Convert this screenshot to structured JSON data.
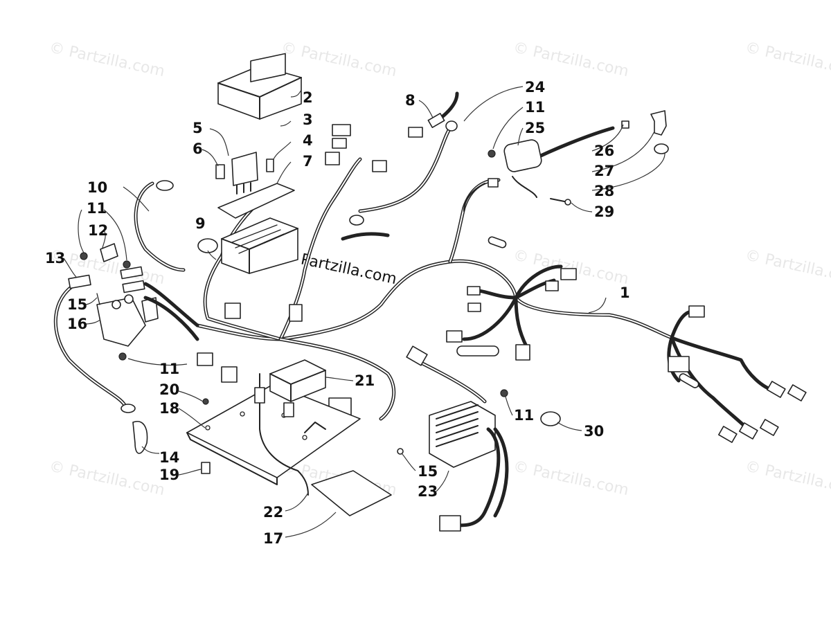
{
  "watermark": {
    "text": "© Partzilla.com",
    "center_text": "© Partzilla.com"
  },
  "callouts": {
    "c1": "1",
    "c2": "2",
    "c3": "3",
    "c4": "4",
    "c5": "5",
    "c6": "6",
    "c7": "7",
    "c8": "8",
    "c9": "9",
    "c10": "10",
    "c11": "11",
    "c12": "12",
    "c13": "13",
    "c14": "14",
    "c15": "15",
    "c16": "16",
    "c17": "17",
    "c18": "18",
    "c19": "19",
    "c20": "20",
    "c21": "21",
    "c22": "22",
    "c23": "23",
    "c24": "24",
    "c25": "25",
    "c26": "26",
    "c27": "27",
    "c28": "28",
    "c29": "29",
    "c30": "30"
  }
}
